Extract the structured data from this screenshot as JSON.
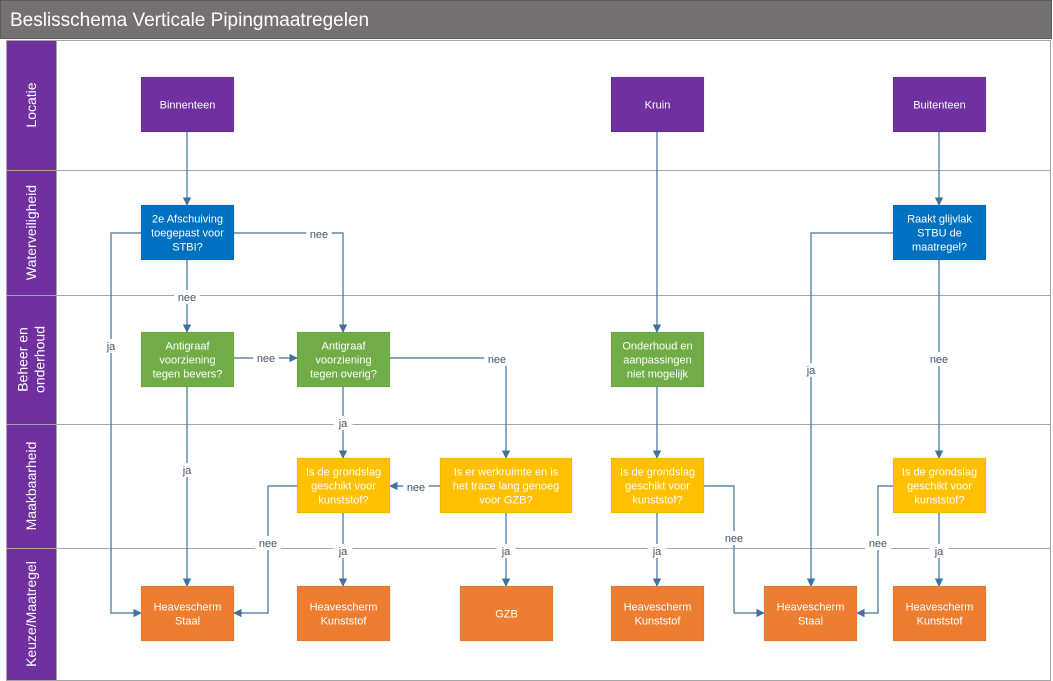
{
  "title": "Beslisschema Verticale Pipingmaatregelen",
  "colors": {
    "title_bar": "#767171",
    "lane_header": "#7030a0",
    "locatie": "#7030a0",
    "waterveiligheid": "#0070c0",
    "beheer": "#70ad47",
    "maakbaarheid": "#ffc000",
    "keuze": "#ed7d31",
    "edge": "#41719c"
  },
  "lanes": [
    {
      "id": "locatie",
      "label": "Locatie"
    },
    {
      "id": "waterveiligheid",
      "label": "Waterveiligheid"
    },
    {
      "id": "beheer",
      "label": "Beheer en onderhoud",
      "lines": [
        "Beheer en",
        "onderhoud"
      ]
    },
    {
      "id": "maakbaarheid",
      "label": "Maakbaarheid"
    },
    {
      "id": "keuze",
      "label": "Keuze/Maatregel"
    }
  ],
  "nodes": [
    {
      "id": "binnenteen",
      "type": "locatie",
      "lines": [
        "Binnenteen"
      ]
    },
    {
      "id": "kruin",
      "type": "locatie",
      "lines": [
        "Kruin"
      ]
    },
    {
      "id": "buitenteen",
      "type": "locatie",
      "lines": [
        "Buitenteen"
      ]
    },
    {
      "id": "afschuiving",
      "type": "waterveiligheid",
      "lines": [
        "2e Afschuiving",
        "toegepast voor",
        "STBI?"
      ]
    },
    {
      "id": "glijvlak",
      "type": "waterveiligheid",
      "lines": [
        "Raakt glijvlak",
        "STBU de",
        "maatregel?"
      ]
    },
    {
      "id": "bevers",
      "type": "beheer",
      "lines": [
        "Antigraaf",
        "voorziening",
        "tegen bevers?"
      ]
    },
    {
      "id": "overig",
      "type": "beheer",
      "lines": [
        "Antigraaf",
        "voorziening",
        "tegen overig?"
      ]
    },
    {
      "id": "onderhoud",
      "type": "beheer",
      "lines": [
        "Onderhoud en",
        "aanpassingen",
        "niet mogelijk"
      ]
    },
    {
      "id": "grondslag1",
      "type": "maakbaarheid",
      "lines": [
        "Is de grondslag",
        "geschikt voor",
        "kunststof?"
      ]
    },
    {
      "id": "werkruimte",
      "type": "maakbaarheid",
      "lines": [
        "Is er werkruimte en is",
        "het trace lang genoeg",
        "voor GZB?"
      ]
    },
    {
      "id": "grondslag2",
      "type": "maakbaarheid",
      "lines": [
        "Is de grondslag",
        "geschikt voor",
        "kunststof?"
      ]
    },
    {
      "id": "grondslag3",
      "type": "maakbaarheid",
      "lines": [
        "Is de grondslag",
        "geschikt voor",
        "kunststof?"
      ]
    },
    {
      "id": "staal1",
      "type": "keuze",
      "lines": [
        "Heavescherm",
        "Staal"
      ]
    },
    {
      "id": "kunststof1",
      "type": "keuze",
      "lines": [
        "Heavescherm",
        "Kunststof"
      ]
    },
    {
      "id": "gzb",
      "type": "keuze",
      "lines": [
        "GZB"
      ]
    },
    {
      "id": "kunststof2",
      "type": "keuze",
      "lines": [
        "Heavescherm",
        "Kunststof"
      ]
    },
    {
      "id": "staal2",
      "type": "keuze",
      "lines": [
        "Heavescherm",
        "Staal"
      ]
    },
    {
      "id": "kunststof3",
      "type": "keuze",
      "lines": [
        "Heavescherm",
        "Kunststof"
      ]
    }
  ],
  "edges": [
    {
      "from": "binnenteen",
      "to": "afschuiving",
      "label": ""
    },
    {
      "from": "afschuiving",
      "to": "bevers",
      "label": "nee"
    },
    {
      "from": "afschuiving",
      "to": "overig",
      "label": "nee"
    },
    {
      "from": "afschuiving",
      "to": "staal1",
      "label": "ja"
    },
    {
      "from": "bevers",
      "to": "overig",
      "label": "nee"
    },
    {
      "from": "bevers",
      "to": "staal1",
      "label": "ja"
    },
    {
      "from": "overig",
      "to": "grondslag1",
      "label": "ja"
    },
    {
      "from": "overig",
      "to": "werkruimte",
      "label": "nee"
    },
    {
      "from": "werkruimte",
      "to": "grondslag1",
      "label": "nee"
    },
    {
      "from": "werkruimte",
      "to": "gzb",
      "label": "ja"
    },
    {
      "from": "grondslag1",
      "to": "kunststof1",
      "label": "ja"
    },
    {
      "from": "grondslag1",
      "to": "staal1",
      "label": "nee"
    },
    {
      "from": "kruin",
      "to": "onderhoud",
      "label": ""
    },
    {
      "from": "onderhoud",
      "to": "grondslag2",
      "label": ""
    },
    {
      "from": "grondslag2",
      "to": "kunststof2",
      "label": "ja"
    },
    {
      "from": "grondslag2",
      "to": "staal2",
      "label": "nee"
    },
    {
      "from": "buitenteen",
      "to": "glijvlak",
      "label": ""
    },
    {
      "from": "glijvlak",
      "to": "staal2",
      "label": "ja"
    },
    {
      "from": "glijvlak",
      "to": "grondslag3",
      "label": "nee"
    },
    {
      "from": "grondslag3",
      "to": "kunststof3",
      "label": "ja"
    },
    {
      "from": "grondslag3",
      "to": "staal2",
      "label": "nee"
    }
  ]
}
